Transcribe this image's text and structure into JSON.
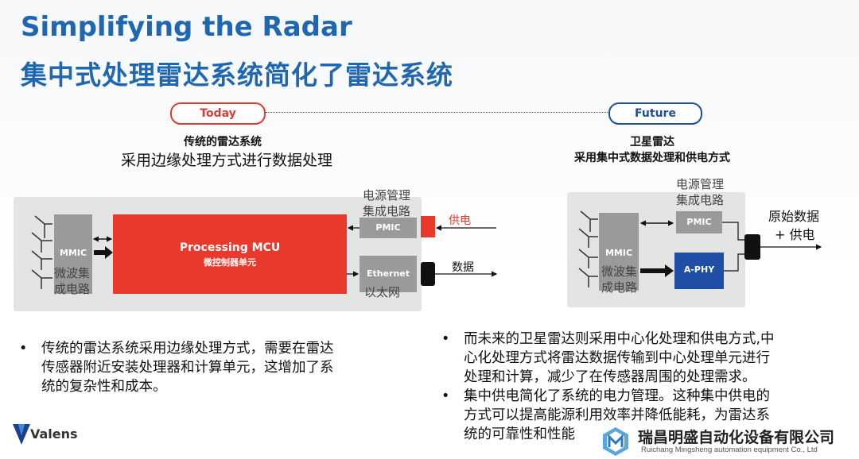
{
  "title": {
    "en": "Simplifying the Radar",
    "cn": "集中式处理雷达系统简化了雷达系统"
  },
  "today": {
    "pill": "Today",
    "heading": "传统的雷达系统",
    "subheading": "采用边缘处理方式进行数据处理",
    "mmic_chip": "MMIC",
    "mmic_label_line1": "微波集",
    "mmic_label_line2": "成电路",
    "mcu_en": "Processing MCU",
    "mcu_cn": "微控制器单元",
    "pmic_title_line1": "电源管理",
    "pmic_title_line2": "集成电路",
    "pmic_chip": "PMIC",
    "ethernet_chip": "Ethernet",
    "ethernet_label": "以太网",
    "power_label": "供电",
    "data_label": "数据"
  },
  "future": {
    "pill": "Future",
    "heading_line1": "卫星雷达",
    "heading_line2": "采用集中式数据处理和供电方式",
    "pmic_title_line1": "电源管理",
    "pmic_title_line2": "集成电路",
    "pmic_chip": "PMIC",
    "mmic_chip": "MMIC",
    "mmic_label_line1": "微波集",
    "mmic_label_line2": "成电路",
    "aphy_chip": "A-PHY",
    "output_line1": "原始数据",
    "output_line2": "+ 供电"
  },
  "bullets_left": [
    {
      "bullet": "•",
      "lines": [
        "传统的雷达系统采用边缘处理方式，需要在雷达",
        "传感器附近安装处理器和计算单元，这增加了系",
        "统的复杂性和成本。"
      ]
    }
  ],
  "bullets_right": [
    {
      "bullet": "•",
      "lines": [
        "而未来的卫星雷达则采用中心化处理和供电方式,中",
        "心化处理方式将雷达数据传输到中心处理单元进行",
        "处理和计算，减少了在传感器周围的处理需求。"
      ]
    },
    {
      "bullet": "•",
      "lines": [
        "集中供电简化了系统的电力管理。这种集中供电的",
        "方式可以提高能源利用效率并降低能耗，为雷达系",
        "统的可靠性和性能"
      ]
    }
  ],
  "footer": {
    "valens_logo": "Valens",
    "company_cn": "瑞昌明盛自动化设备有限公司",
    "company_en": "Ruichang Mingsheng automation equipment Co., Ltd"
  },
  "colors": {
    "brand_blue": "#1f67b0",
    "today_red": "#e03a2f",
    "mcu_red": "#e8392c",
    "aphy_blue": "#1f4ea6"
  }
}
